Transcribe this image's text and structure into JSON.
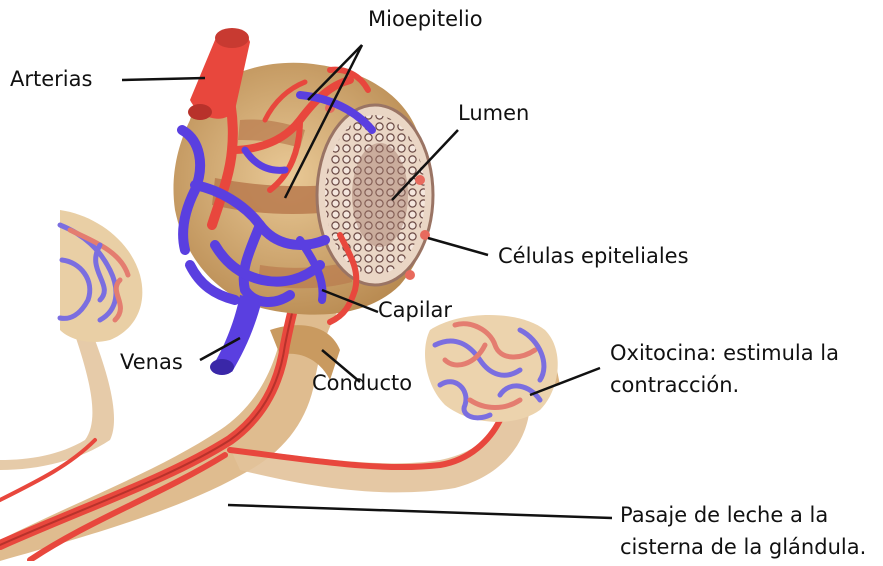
{
  "labels": {
    "mioepitelio": "Mioepitelio",
    "arterias": "Arterias",
    "lumen": "Lumen",
    "celulas": "Células epiteliales",
    "capilar": "Capilar",
    "venas": "Venas",
    "conducto": "Conducto",
    "oxitocina_line1": "Oxitocina: estimula la",
    "oxitocina_line2": "contracción.",
    "pasaje_line1": "Pasaje de leche a la",
    "pasaje_line2": "cisterna de la glándula."
  },
  "colors": {
    "artery": "#e8473d",
    "artery_dark": "#b8322b",
    "vein": "#5a3fe0",
    "vein_dark": "#3a27a8",
    "tissue": "#d9b27a",
    "tissue_light": "#ecd3ad",
    "muscle": "#b97a4e",
    "lumen_bg": "#c9a48e"
  }
}
